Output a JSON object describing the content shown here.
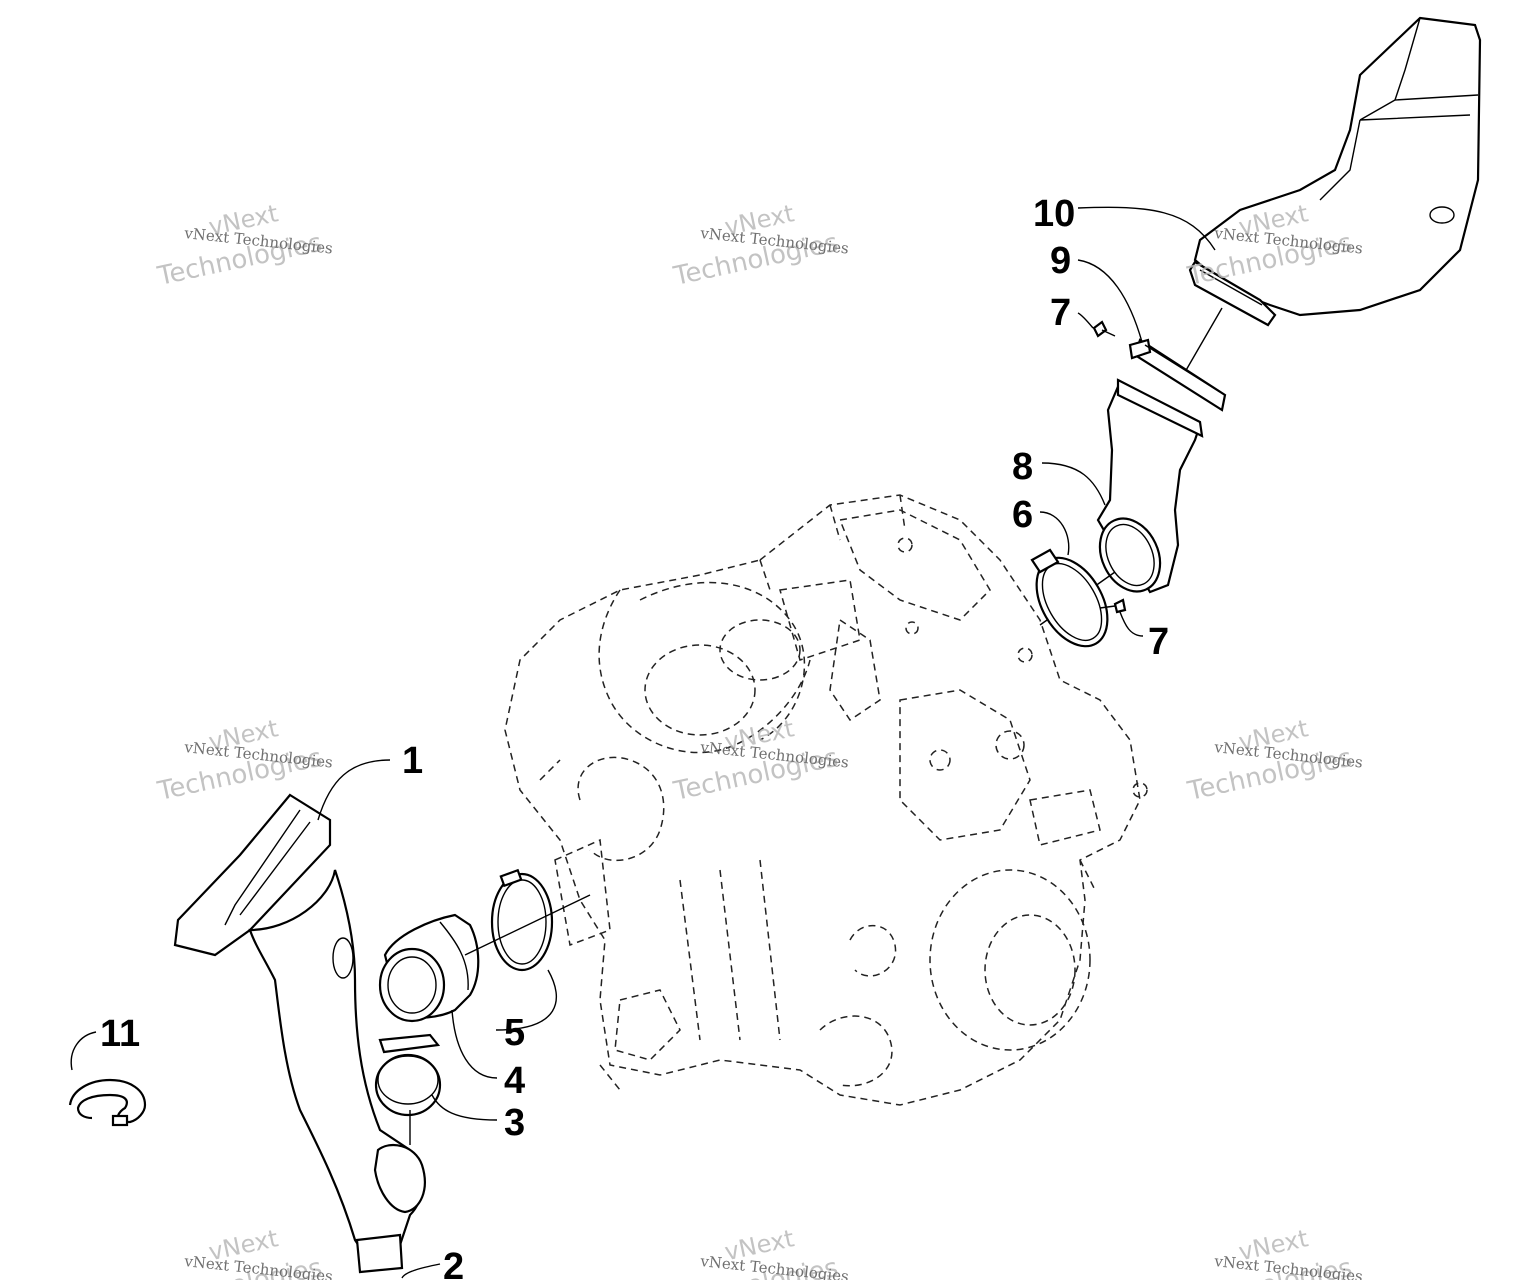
{
  "diagram": {
    "callouts": [
      {
        "id": "c1",
        "label": "1"
      },
      {
        "id": "c2",
        "label": "2"
      },
      {
        "id": "c3",
        "label": "3"
      },
      {
        "id": "c4",
        "label": "4"
      },
      {
        "id": "c5",
        "label": "5"
      },
      {
        "id": "c6",
        "label": "6"
      },
      {
        "id": "c7a",
        "label": "7"
      },
      {
        "id": "c7b",
        "label": "7"
      },
      {
        "id": "c8",
        "label": "8"
      },
      {
        "id": "c9",
        "label": "9"
      },
      {
        "id": "c10",
        "label": "10"
      },
      {
        "id": "c11",
        "label": "11"
      }
    ],
    "watermark": {
      "line1": "vNext",
      "line2": "Technologies",
      "small": "vNext Technologies"
    }
  }
}
